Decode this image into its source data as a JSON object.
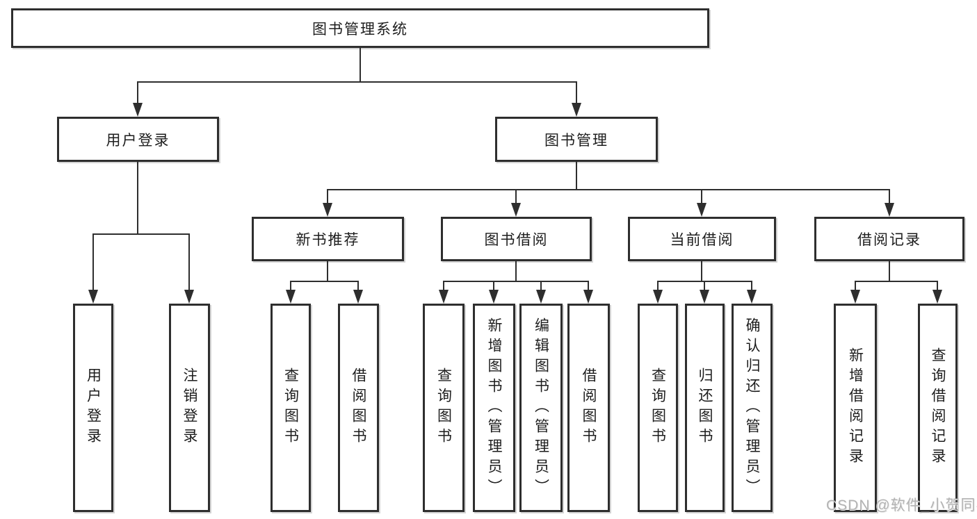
{
  "nodes": {
    "root": "图书管理系统",
    "user_login": "用户登录",
    "book_management": "图书管理",
    "new_book_recommend": "新书推荐",
    "book_borrowing": "图书借阅",
    "current_borrowing": "当前借阅",
    "borrowing_records": "借阅记录",
    "leaf_user_login": "用户登录",
    "leaf_logout": "注销登录",
    "leaf_rec_query_books": "查询图书",
    "leaf_rec_borrow_books": "借阅图书",
    "leaf_bor_query_books": "查询图书",
    "leaf_bor_add_books": "新增图书（管理员）",
    "leaf_bor_edit_books": "编辑图书（管理员）",
    "leaf_bor_borrow_books": "借阅图书",
    "leaf_cur_query_books": "查询图书",
    "leaf_cur_return_books": "归还图书",
    "leaf_cur_confirm_return": "确认归还（管理员）",
    "leaf_rcd_add_record": "新增借阅记录",
    "leaf_rcd_query_record": "查询借阅记录"
  },
  "watermark": "CSDN @软件_小贺同学",
  "colors": {
    "line": "#2e2e2e",
    "text": "#1d1d1d",
    "watermark": "#b3b3b3",
    "background": "#ffffff"
  }
}
